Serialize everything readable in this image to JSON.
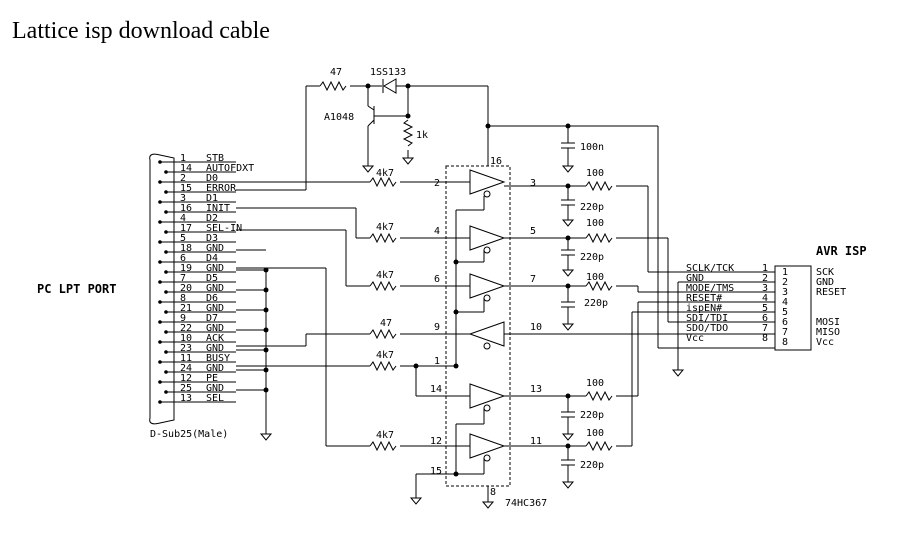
{
  "title": "Lattice isp download cable",
  "lpt": {
    "label": "PC LPT PORT",
    "connector": "D-Sub25(Male)",
    "pins": [
      {
        "pin": "1",
        "name": "STB"
      },
      {
        "pin": "14",
        "name": "AUTOFDXT"
      },
      {
        "pin": "2",
        "name": "D0"
      },
      {
        "pin": "15",
        "name": "ERROR"
      },
      {
        "pin": "3",
        "name": "D1"
      },
      {
        "pin": "16",
        "name": "INIT"
      },
      {
        "pin": "4",
        "name": "D2"
      },
      {
        "pin": "17",
        "name": "SEL-IN"
      },
      {
        "pin": "5",
        "name": "D3"
      },
      {
        "pin": "18",
        "name": "GND"
      },
      {
        "pin": "6",
        "name": "D4"
      },
      {
        "pin": "19",
        "name": "GND"
      },
      {
        "pin": "7",
        "name": "D5"
      },
      {
        "pin": "20",
        "name": "GND"
      },
      {
        "pin": "8",
        "name": "D6"
      },
      {
        "pin": "21",
        "name": "GND"
      },
      {
        "pin": "9",
        "name": "D7"
      },
      {
        "pin": "22",
        "name": "GND"
      },
      {
        "pin": "10",
        "name": "ACK"
      },
      {
        "pin": "23",
        "name": "GND"
      },
      {
        "pin": "11",
        "name": "BUSY"
      },
      {
        "pin": "24",
        "name": "GND"
      },
      {
        "pin": "12",
        "name": "PE"
      },
      {
        "pin": "25",
        "name": "GND"
      },
      {
        "pin": "13",
        "name": "SEL"
      }
    ]
  },
  "parts": {
    "r_top": "47",
    "diode": "1SS133",
    "transistor": "A1048",
    "r_1k": "1k",
    "cap_bulk": "100n",
    "r_in": "4k7",
    "r_ack": "47",
    "r_out": "100",
    "cap_out": "220p",
    "ic": "74HC367"
  },
  "ic_pins": {
    "vcc": "16",
    "gnd": "8",
    "oe1": "1",
    "oe2": "15",
    "buffers": [
      {
        "in": "2",
        "out": "3"
      },
      {
        "in": "4",
        "out": "5"
      },
      {
        "in": "6",
        "out": "7"
      },
      {
        "in": "10",
        "out": "9"
      },
      {
        "in": "14",
        "out": "13"
      },
      {
        "in": "12",
        "out": "11"
      }
    ]
  },
  "avr": {
    "title": "AVR ISP",
    "signals": [
      {
        "name": "SCLK/TCK",
        "pin": "1"
      },
      {
        "name": "GND",
        "pin": "2"
      },
      {
        "name": "MODE/TMS",
        "pin": "3"
      },
      {
        "name": "RESET#",
        "pin": "4"
      },
      {
        "name": "ispEN#",
        "pin": "5"
      },
      {
        "name": "SDI/TDI",
        "pin": "6"
      },
      {
        "name": "SDO/TDO",
        "pin": "7"
      },
      {
        "name": "Vcc",
        "pin": "8"
      }
    ],
    "header_pins": [
      "1",
      "2",
      "3",
      "4",
      "5",
      "6",
      "7",
      "8"
    ],
    "functions": [
      "SCK",
      "GND",
      "RESET",
      "",
      "",
      "MOSI",
      "MISO",
      "Vcc"
    ]
  }
}
